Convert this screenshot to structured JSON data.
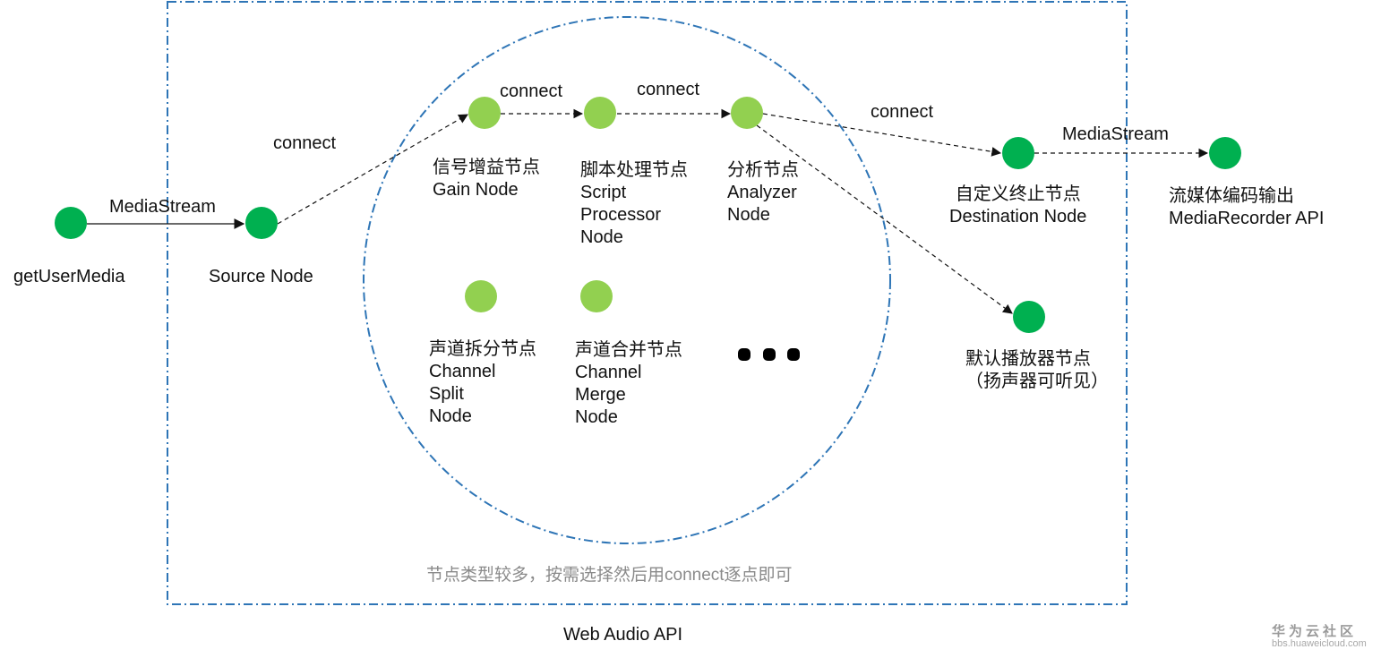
{
  "colors": {
    "node_dark": "#00b050",
    "node_light": "#92d050",
    "boundary": "#2e75b6",
    "arrow": "#222222"
  },
  "labels": {
    "get_user_media": "getUserMedia",
    "source_node": "Source Node",
    "gain_cn": "信号增益节点",
    "gain_en": "Gain Node",
    "script_cn": "脚本处理节点",
    "script_en1": "Script",
    "script_en2": "Processor",
    "script_en3": "Node",
    "analyzer_cn": "分析节点",
    "analyzer_en1": "Analyzer",
    "analyzer_en2": "Node",
    "split_cn": "声道拆分节点",
    "split_en1": "Channel",
    "split_en2": "Split",
    "split_en3": "Node",
    "merge_cn": "声道合并节点",
    "merge_en1": "Channel",
    "merge_en2": "Merge",
    "merge_en3": "Node",
    "destination_cn": "自定义终止节点",
    "destination_en": "Destination Node",
    "speaker_cn": "默认播放器节点",
    "speaker_cn2": "（扬声器可听见）",
    "recorder_cn": "流媒体编码输出",
    "recorder_en": "MediaRecorder API",
    "web_audio_api": "Web Audio API",
    "note": "节点类型较多，按需选择然后用connect逐点即可"
  },
  "edges": {
    "media_stream_1": "MediaStream",
    "connect_source_gain": "connect",
    "connect_gain_script": "connect",
    "connect_script_analyzer": "connect",
    "connect_analyzer_dest": "connect",
    "media_stream_2": "MediaStream"
  },
  "watermark": {
    "brand": "华为云社区",
    "url": "bbs.huaweicloud.com"
  }
}
